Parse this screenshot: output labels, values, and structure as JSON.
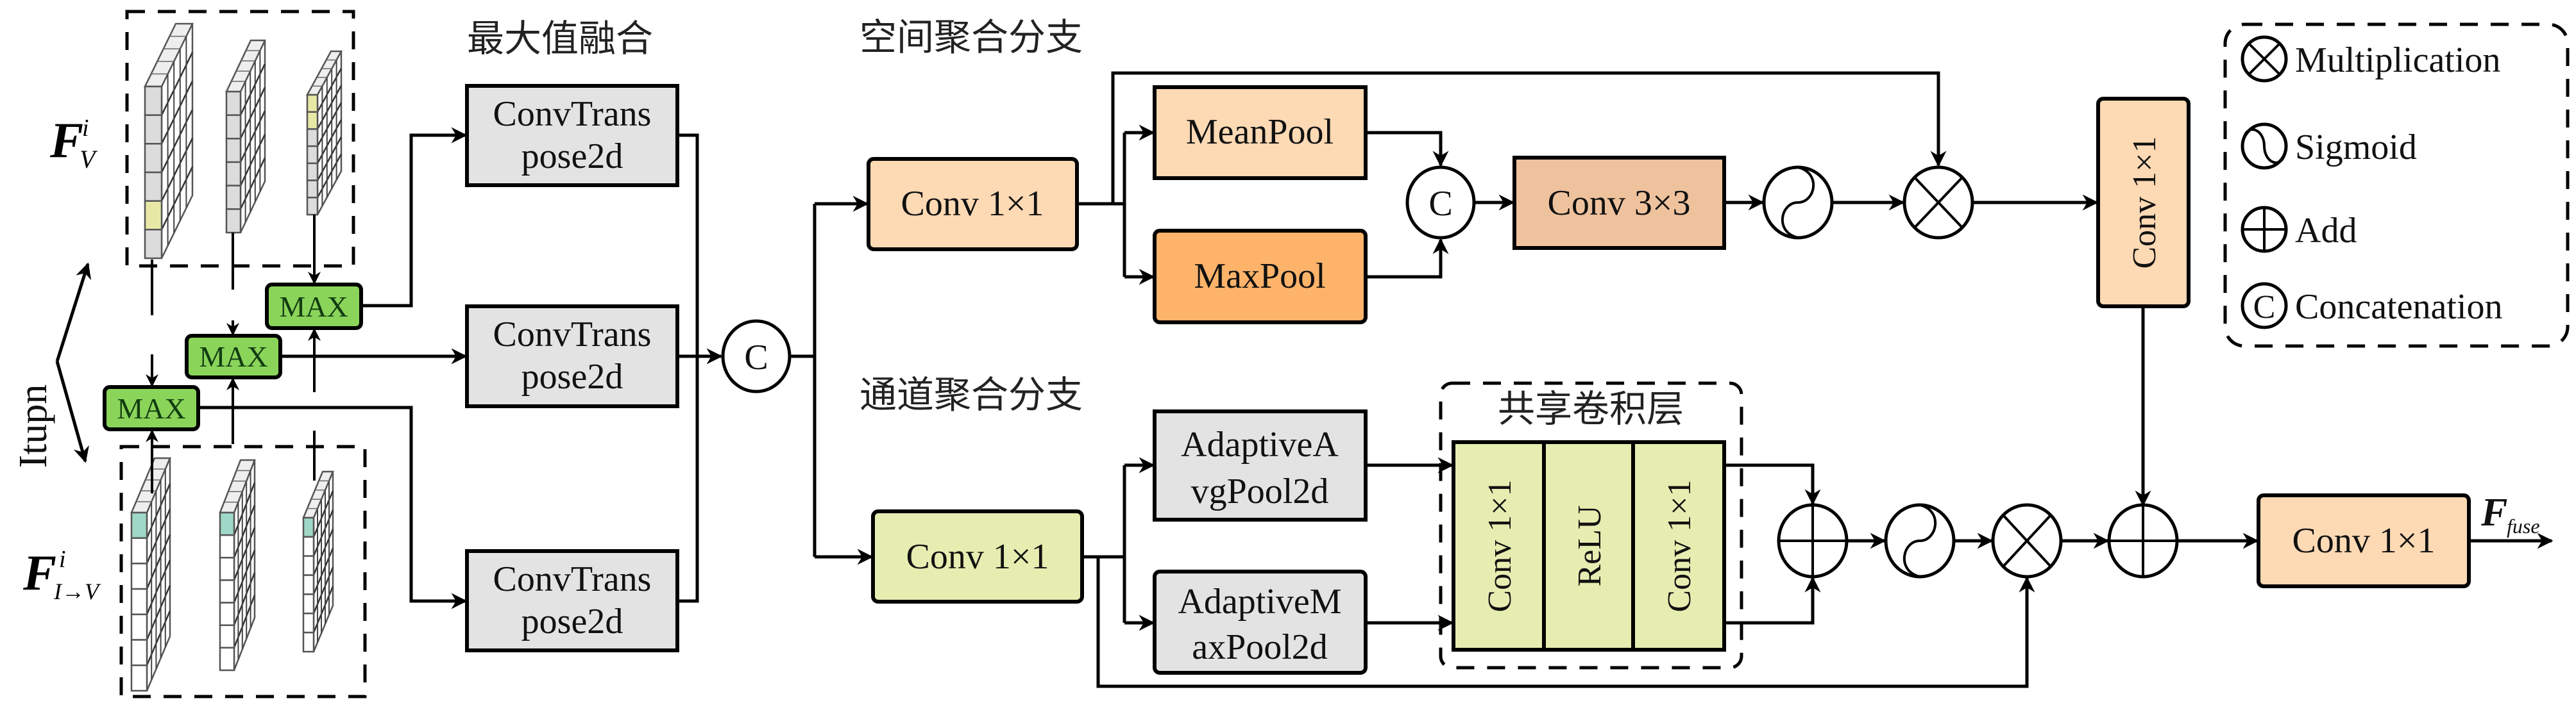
{
  "figure": {
    "input_dir_label": "Itupn",
    "input_top_label": {
      "main": "F",
      "sup": "i",
      "sub": "V"
    },
    "input_bottom_label": {
      "main": "F",
      "sup": "i",
      "sub": "I→V"
    },
    "output_label": {
      "main": "F",
      "sub": "fuse"
    }
  },
  "sections": {
    "max_fusion_title": "最大值融合",
    "spatial_branch_title": "空间聚合分支",
    "channel_branch_title": "通道聚合分支",
    "shared_conv_title": "共享卷积层"
  },
  "max_fusion": {
    "max_blocks": [
      "MAX",
      "MAX",
      "MAX"
    ],
    "convtrans_blocks": [
      {
        "line1": "ConvTrans",
        "line2": "pose2d"
      },
      {
        "line1": "ConvTrans",
        "line2": "pose2d"
      },
      {
        "line1": "ConvTrans",
        "line2": "pose2d"
      }
    ],
    "concat_symbol": "C"
  },
  "spatial_branch": {
    "conv_in": "Conv 1×1",
    "meanpool": "MeanPool",
    "maxpool": "MaxPool",
    "concat_symbol": "C",
    "conv3": "Conv 3×3",
    "conv_out": "Conv 1×1"
  },
  "channel_branch": {
    "conv_in": "Conv 1×1",
    "avgpool": {
      "line1": "AdaptiveA",
      "line2": "vgPool2d"
    },
    "maxpool": {
      "line1": "AdaptiveM",
      "line2": "axPool2d"
    },
    "shared": [
      "Conv 1×1",
      "ReLU",
      "Conv 1×1"
    ]
  },
  "final": {
    "conv_out": "Conv 1×1"
  },
  "legend": {
    "items": [
      {
        "icon": "multiplication-icon",
        "label": "Multiplication"
      },
      {
        "icon": "sigmoid-icon",
        "label": "Sigmoid"
      },
      {
        "icon": "add-icon",
        "label": "Add"
      },
      {
        "icon": "concatenation-icon",
        "label": "Concatenation"
      }
    ]
  },
  "colors": {
    "max_green": "#8BD45A",
    "convtrans_gray": "#E3E3E3",
    "peach_light": "#FDD9B4",
    "maxpool_orange": "#FDB36A",
    "conv3_tan": "#EFC29E",
    "channel_yellowgreen": "#E6EDB1",
    "adaptive_gray": "#E3E3E3",
    "highlight_yellow": "#E8E8A6",
    "highlight_teal": "#9FD8C6"
  }
}
